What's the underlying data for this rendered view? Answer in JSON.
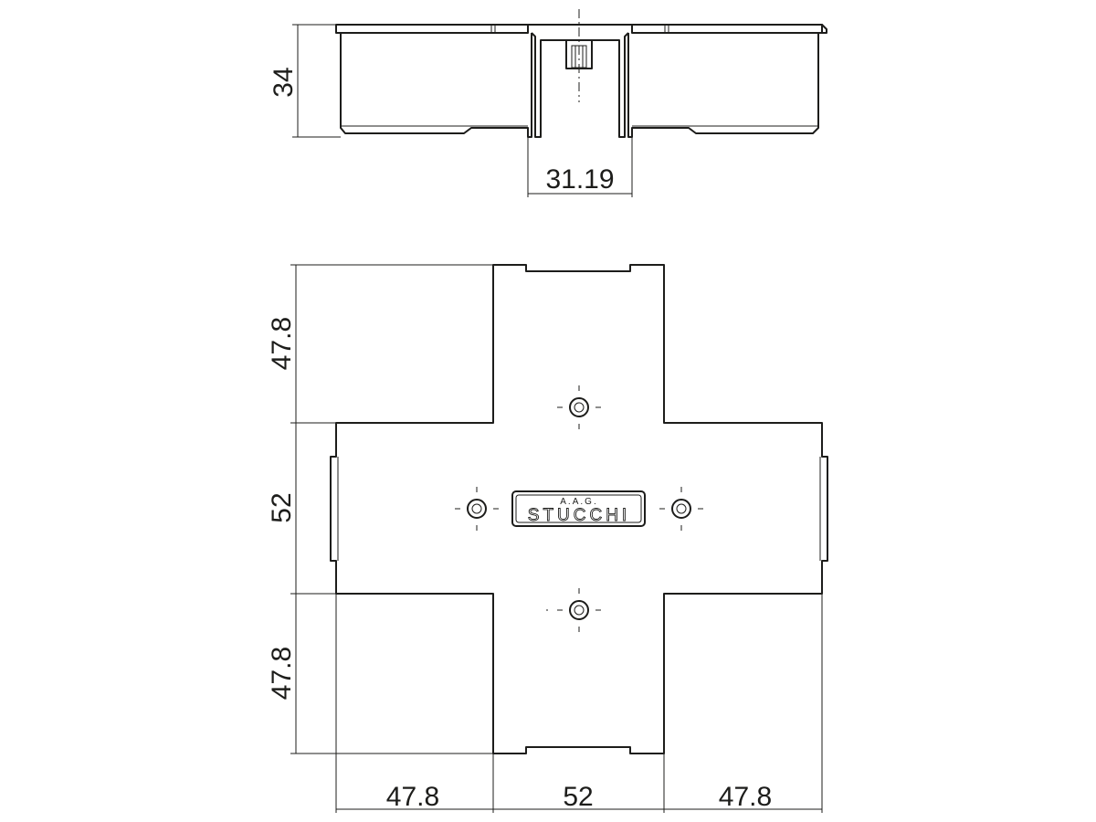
{
  "dimensions": {
    "side_height": "34",
    "channel_width": "31.19",
    "left_top": "47.8",
    "left_middle": "52",
    "left_bottom": "47.8",
    "bottom_left": "47.8",
    "bottom_middle": "52",
    "bottom_right": "47.8"
  },
  "logo": {
    "small_text": "A.A.G.",
    "brand": "STUCCHI"
  },
  "colors": {
    "line": "#1d1d1b",
    "background": "#ffffff"
  }
}
